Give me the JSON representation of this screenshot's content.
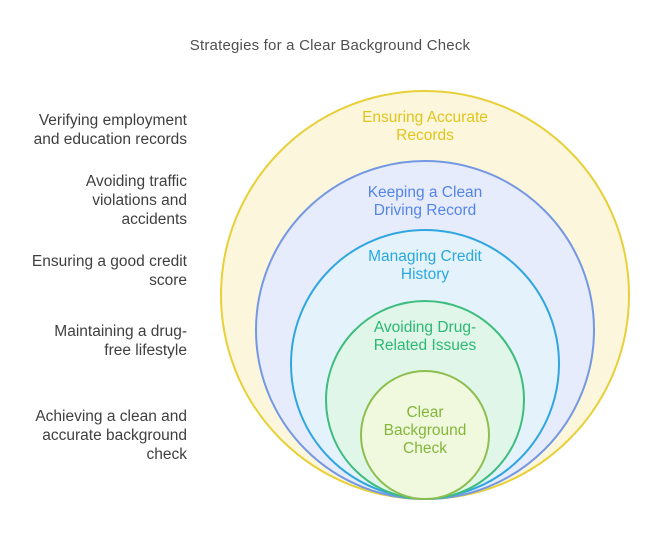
{
  "title": "Strategies for a Clear Background Check",
  "diagram": {
    "type": "nested-circles",
    "rings": [
      {
        "label": "Ensuring Accurate\nRecords",
        "side_label": "Verifying employment\nand education records",
        "stroke": "#E7D039",
        "fill": "#FCF7DC",
        "text_color": "#E1C41C"
      },
      {
        "label": "Keeping a Clean\nDriving Record",
        "side_label": "Avoiding traffic\nviolations and\naccidents",
        "stroke": "#7598E2",
        "fill": "#E6ECFB",
        "text_color": "#5585EA"
      },
      {
        "label": "Managing Credit\nHistory",
        "side_label": "Ensuring a good credit\nscore",
        "stroke": "#30A6E0",
        "fill": "#E4F2FB",
        "text_color": "#29A8DF"
      },
      {
        "label": "Avoiding Drug-\nRelated Issues",
        "side_label": "Maintaining a drug-\nfree lifestyle",
        "stroke": "#3EBD7E",
        "fill": "#DFF6E9",
        "text_color": "#2DB873"
      },
      {
        "label": "Clear\nBackground\nCheck",
        "side_label": "Achieving a clean and\naccurate background\ncheck",
        "stroke": "#8DBF50",
        "fill": "#F0F8DD",
        "text_color": "#83B63B"
      }
    ]
  }
}
